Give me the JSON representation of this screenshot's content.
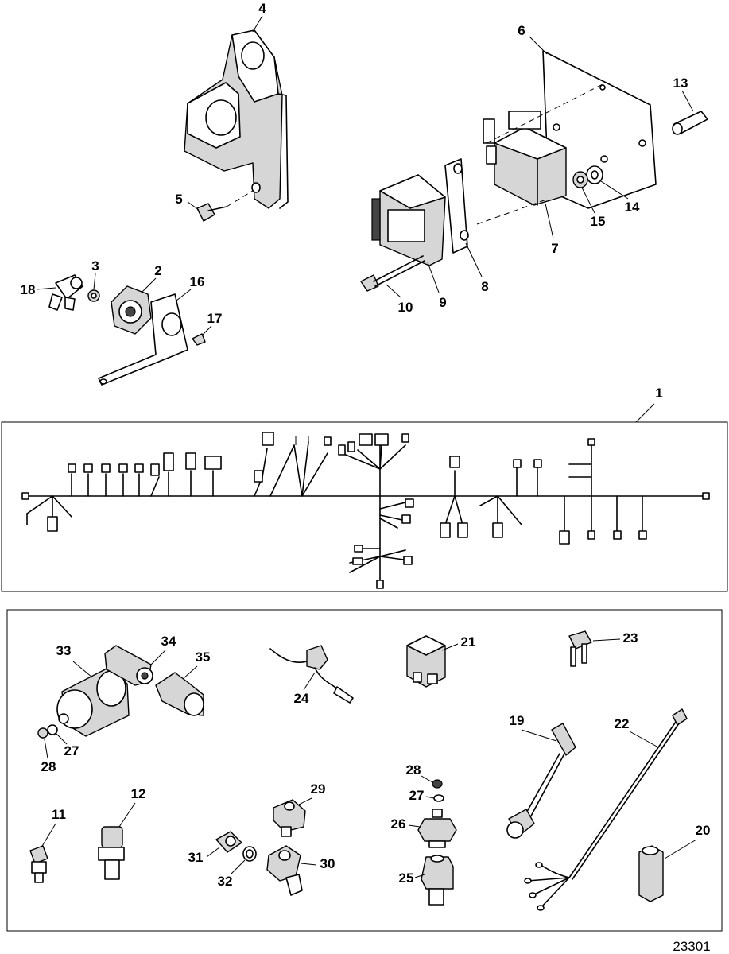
{
  "callouts": {
    "c1": "1",
    "c2": "2",
    "c3": "3",
    "c4": "4",
    "c5": "5",
    "c6": "6",
    "c7": "7",
    "c8": "8",
    "c9": "9",
    "c10": "10",
    "c11": "11",
    "c12": "12",
    "c13": "13",
    "c14": "14",
    "c15": "15",
    "c16": "16",
    "c17": "17",
    "c18": "18",
    "c19": "19",
    "c20": "20",
    "c21": "21",
    "c22": "22",
    "c23": "23",
    "c24": "24",
    "c25": "25",
    "c26": "26",
    "c27a": "27",
    "c27b": "27",
    "c28a": "28",
    "c28b": "28",
    "c29": "29",
    "c30": "30",
    "c31": "31",
    "c32": "32",
    "c33": "33",
    "c34": "34",
    "c35": "35"
  },
  "figure_number": "23301"
}
